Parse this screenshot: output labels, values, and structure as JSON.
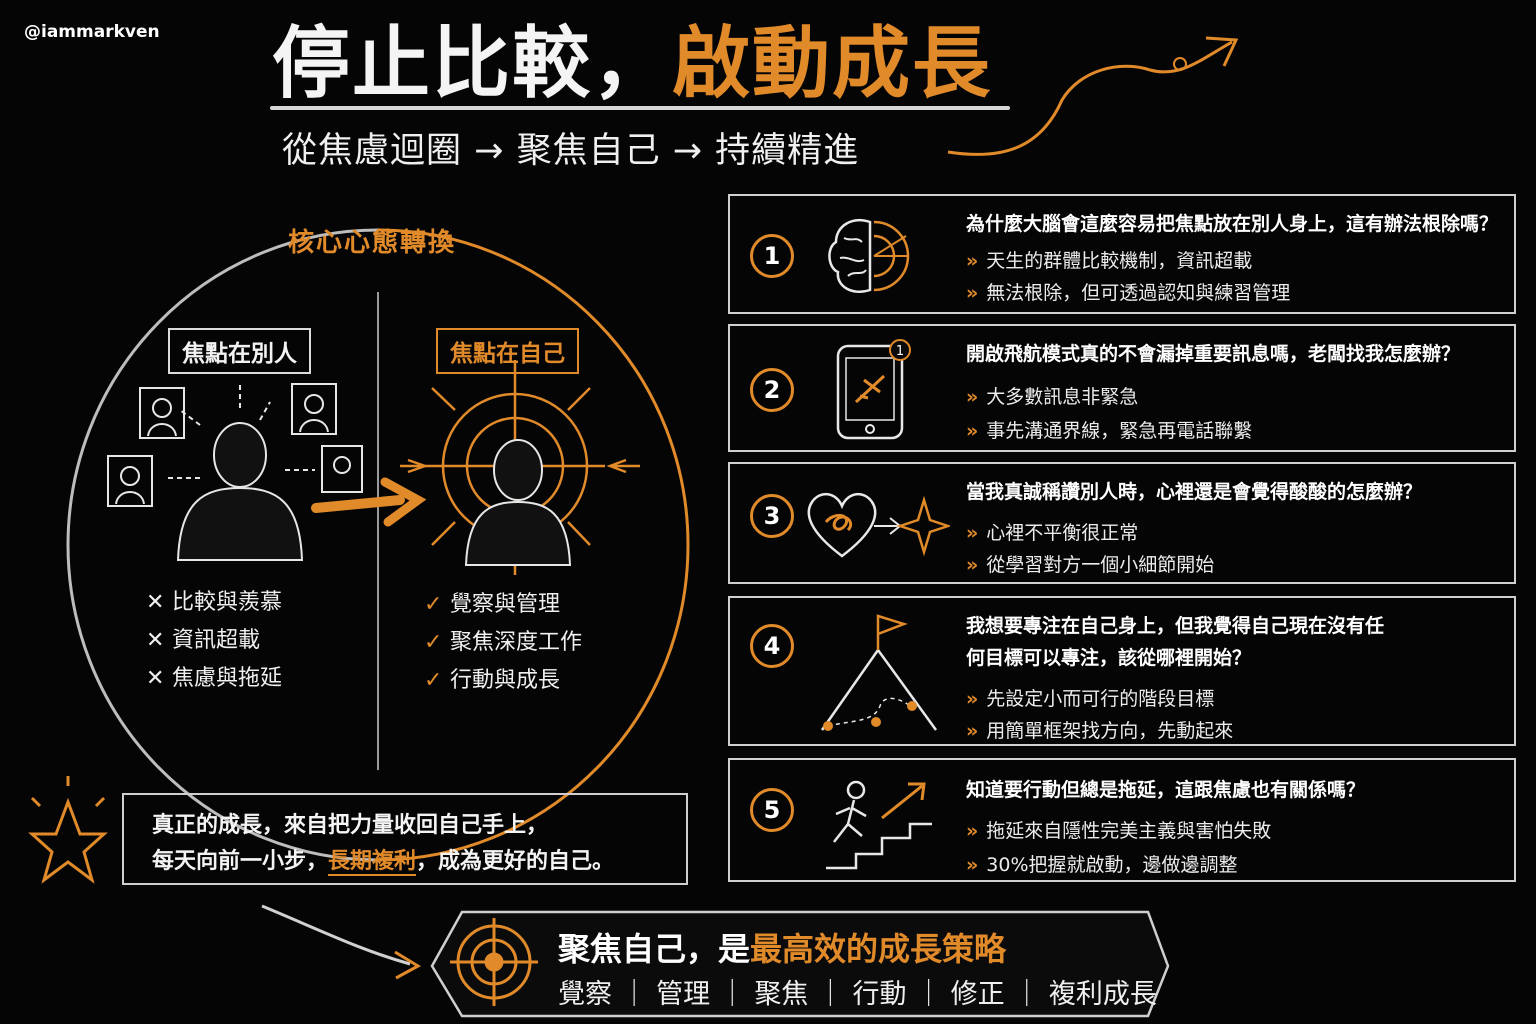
{
  "handle": "@iammarkven",
  "title": {
    "part1": "停止比較，",
    "part2": "啟動成長"
  },
  "subtitle": "從焦慮迴圈 → 聚焦自己 → 持續精進",
  "core": {
    "title": "核心心態轉換",
    "left_label": "焦點在別人",
    "right_label": "焦點在自己",
    "left_items": [
      "比較與羨慕",
      "資訊超載",
      "焦慮與拖延"
    ],
    "right_items": [
      "覺察與管理",
      "聚焦深度工作",
      "行動與成長"
    ],
    "x_mark": "✕",
    "check_mark": "✓"
  },
  "quote": {
    "line1": "真正的成長，來自把力量收回自己手上，",
    "line2_pre": "每天向前一小步，",
    "line2_highlight": "長期複利",
    "line2_post": "，成為更好的自己。"
  },
  "cards": [
    {
      "num": "1",
      "icon": "brain-radar-icon",
      "question": "為什麼大腦會這麼容易把焦點放在別人身上，這有辦法根除嗎？",
      "answers": [
        "天生的群體比較機制，資訊超載",
        "無法根除，但可透過認知與練習管理"
      ]
    },
    {
      "num": "2",
      "icon": "phone-airplane-icon",
      "badge": "1",
      "question": "開啟飛航模式真的不會漏掉重要訊息嗎，老闆找我怎麼辦？",
      "answers": [
        "大多數訊息非緊急",
        "事先溝通界線，緊急再電話聯繫"
      ]
    },
    {
      "num": "3",
      "icon": "heart-sparkle-icon",
      "question": "當我真誠稱讚別人時，心裡還是會覺得酸酸的怎麼辦？",
      "answers": [
        "心裡不平衡很正常",
        "從學習對方一個小細節開始"
      ]
    },
    {
      "num": "4",
      "icon": "mountain-flag-icon",
      "question": "我想要專注在自己身上，但我覺得自己現在沒有任",
      "question2": "何目標可以專注，該從哪裡開始？",
      "answers": [
        "先設定小而可行的階段目標",
        "用簡單框架找方向，先動起來"
      ]
    },
    {
      "num": "5",
      "icon": "stairs-runner-icon",
      "question": "知道要行動但總是拖延，這跟焦慮也有關係嗎？",
      "answers": [
        "拖延來自隱性完美主義與害怕失敗",
        "30%把握就啟動，邊做邊調整"
      ]
    }
  ],
  "banner": {
    "main_pre": "聚焦自己，是",
    "main_em": "最高效的成長策略",
    "steps": "覺察 ｜ 管理 ｜ 聚焦 ｜ 行動 ｜ 修正 ｜ 複利成長"
  },
  "accent_color": "#e08a2a"
}
